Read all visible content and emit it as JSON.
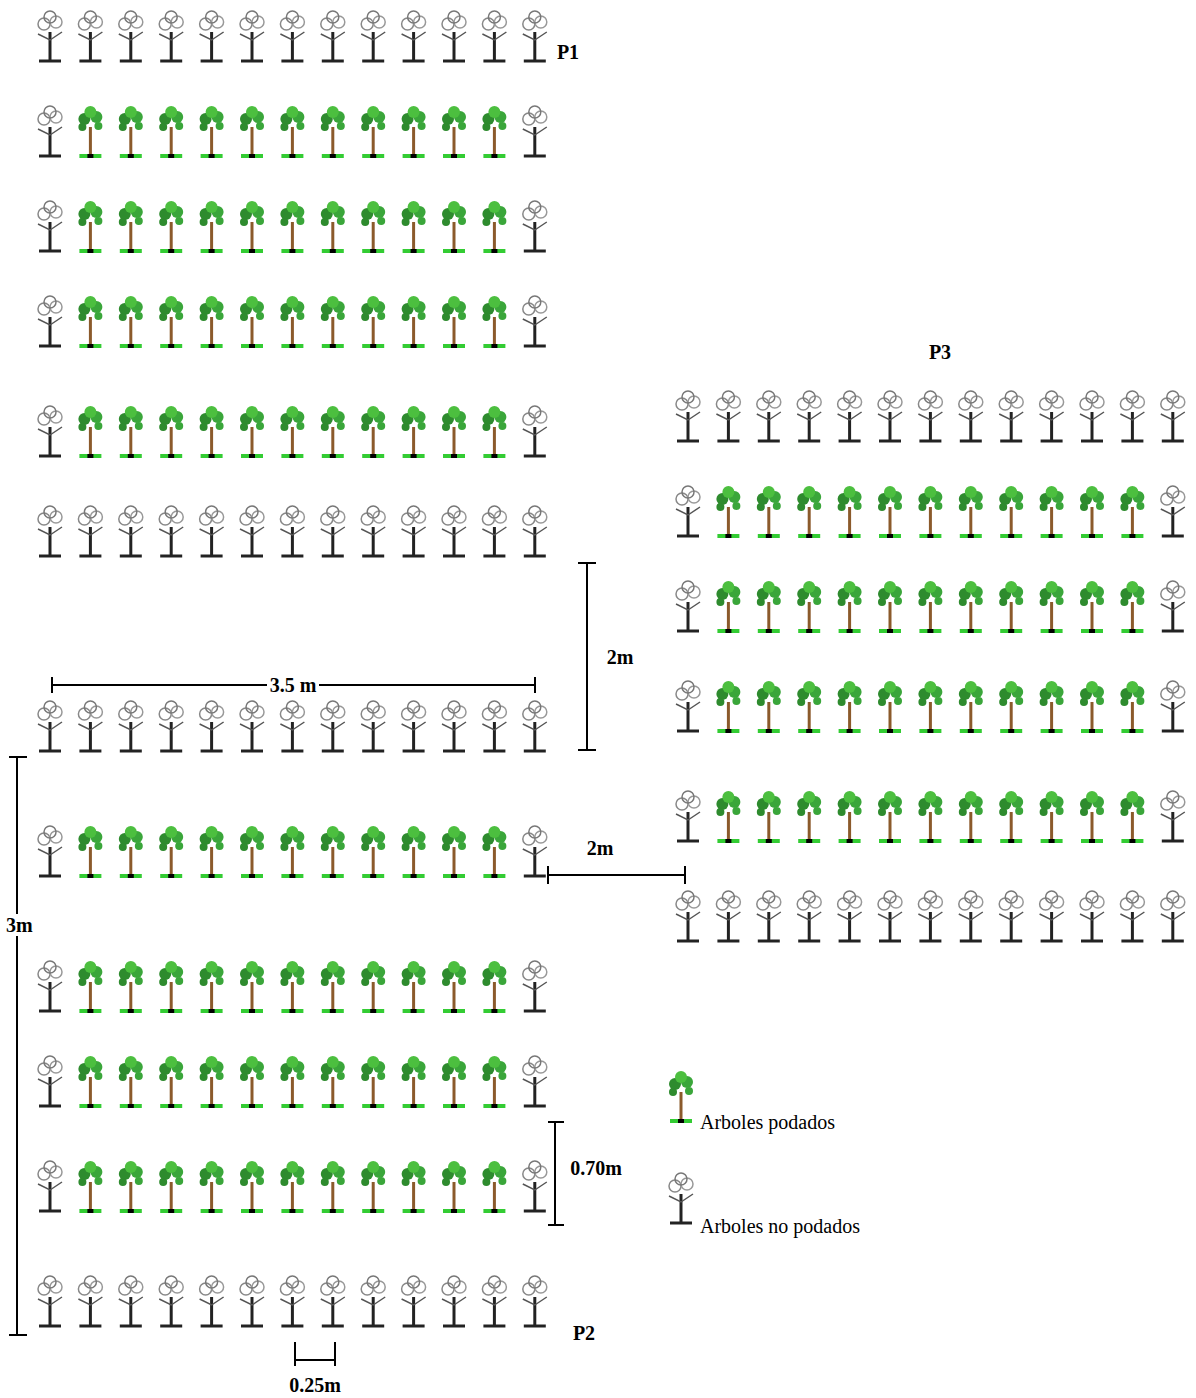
{
  "diagram": {
    "labels": [
      "P1",
      "P3",
      "3.5 m",
      "2m",
      "2m",
      "3m",
      "0.70m",
      "P2",
      "0.25m"
    ],
    "legend": [
      {
        "text": "Arboles podados"
      },
      {
        "text": "Arboles no podados"
      }
    ]
  }
}
